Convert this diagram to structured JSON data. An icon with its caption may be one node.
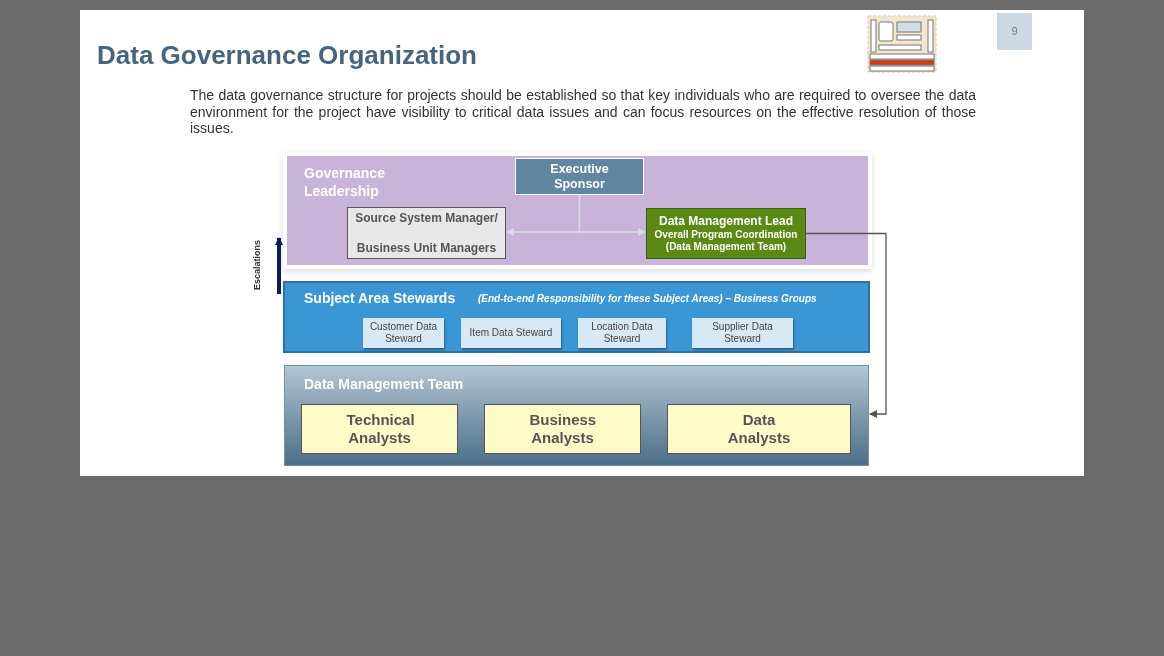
{
  "diagram": {
    "title": "Data Governance Organization",
    "nodes": [
      {
        "text": [
          "Governance Leadership"
        ]
      },
      {
        "text": [
          "Executive Sponsor"
        ],
        "in": 0
      },
      {
        "text": [
          "Source System Manager/ Business Unit Managers"
        ],
        "in": 0
      },
      {
        "text": [
          "Data Management Lead",
          "Overall Program Coordination (Data Management Team)"
        ],
        "in": 0
      },
      {
        "text": [
          "Subject Area Stewards",
          "(End-to-end Responsibility for these Subject Areas) – Business Groups"
        ]
      },
      {
        "text": [
          "Customer Data Steward"
        ],
        "in": 4
      },
      {
        "text": [
          "Item Data Steward"
        ],
        "in": 4
      },
      {
        "text": [
          "Location Data Steward"
        ],
        "in": 4
      },
      {
        "text": [
          "Supplier Data Steward"
        ],
        "in": 4
      },
      {
        "text": [
          "Data Management Team"
        ]
      },
      {
        "text": [
          "Technical Analysts"
        ],
        "in": 9
      },
      {
        "text": [
          "Business Analysts"
        ],
        "in": 9
      },
      {
        "text": [
          "Data Analysts"
        ],
        "in": 9
      }
    ],
    "edges": [
      {
        "from": 1,
        "to": 2,
        "arrow": "to"
      },
      {
        "from": 1,
        "to": 3,
        "arrow": "to"
      },
      {
        "from": 3,
        "to": 9,
        "arrow": "to",
        "color": "#555555"
      },
      {
        "from": 4,
        "to": 0,
        "arrow": "to",
        "label": "Escalations",
        "style": "thick",
        "color": "#0b1a5c"
      }
    ],
    "labels": [
      "9",
      "The data governance structure for projects should be established so that key individuals who are required to oversee the data environment for the project have visibility to critical data issues and can focus resources on the effective resolution of those issues."
    ]
  }
}
